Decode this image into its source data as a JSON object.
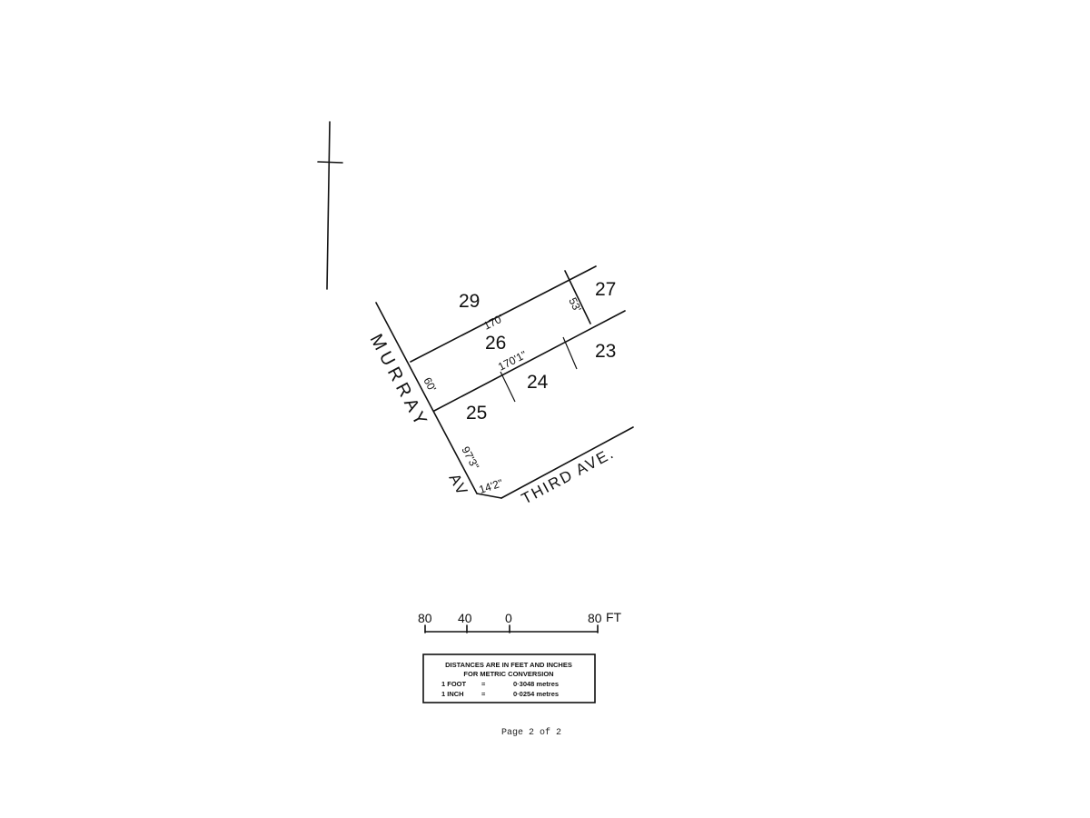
{
  "lots": [
    "29",
    "27",
    "26",
    "23",
    "24",
    "25"
  ],
  "dimensions": {
    "north_boundary": "170'",
    "middle_boundary": "170'1\"",
    "east_side": "53'",
    "west_frontage": "60'",
    "corner_splay": "97'3\"",
    "third_ave_frontage": "14'2\""
  },
  "streets": {
    "murray": "MURRAY",
    "murray_suffix": "AV",
    "third_ave": "THIRD   AVE."
  },
  "scale_bar": {
    "ticks": [
      "80",
      "40",
      "0",
      "80"
    ],
    "unit": "FT"
  },
  "conversion_box": {
    "line1": "DISTANCES ARE IN FEET AND INCHES",
    "line2": "FOR METRIC CONVERSION",
    "foot_label": "1 FOOT",
    "foot_eq": "=",
    "foot_value": "0·3048 metres",
    "inch_label": "1 INCH",
    "inch_eq": "=",
    "inch_value": "0·0254 metres"
  },
  "page_label": "Page 2 of 2"
}
